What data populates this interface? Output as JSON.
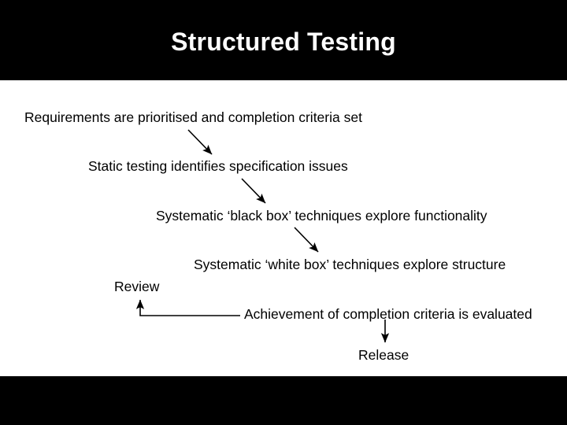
{
  "slide": {
    "title": "Structured Testing",
    "title_color": "#FFFFFF",
    "band_color": "#000000",
    "body_color": "#000000",
    "background_color": "#FFFFFF"
  },
  "flow": {
    "steps": [
      {
        "id": "step-1",
        "label": "Requirements are prioritised and completion criteria set"
      },
      {
        "id": "step-2",
        "label": "Static testing identifies specification issues"
      },
      {
        "id": "step-3",
        "label": "Systematic ‘black box’ techniques explore functionality"
      },
      {
        "id": "step-4",
        "label": "Systematic ‘white box’ techniques explore structure"
      },
      {
        "id": "step-review",
        "label": "Review"
      },
      {
        "id": "step-5",
        "label": "Achievement of completion criteria is evaluated"
      },
      {
        "id": "step-release",
        "label": "Release"
      }
    ],
    "connectors": [
      {
        "name": "arrow-step1-to-step2",
        "kind": "diagonal-arrow"
      },
      {
        "name": "arrow-step2-to-step3",
        "kind": "diagonal-arrow"
      },
      {
        "name": "arrow-step3-to-step4",
        "kind": "diagonal-arrow"
      },
      {
        "name": "arrow-evaluation-to-review",
        "kind": "elbow-arrow"
      },
      {
        "name": "arrow-evaluation-to-release",
        "kind": "vertical-arrow"
      }
    ]
  }
}
